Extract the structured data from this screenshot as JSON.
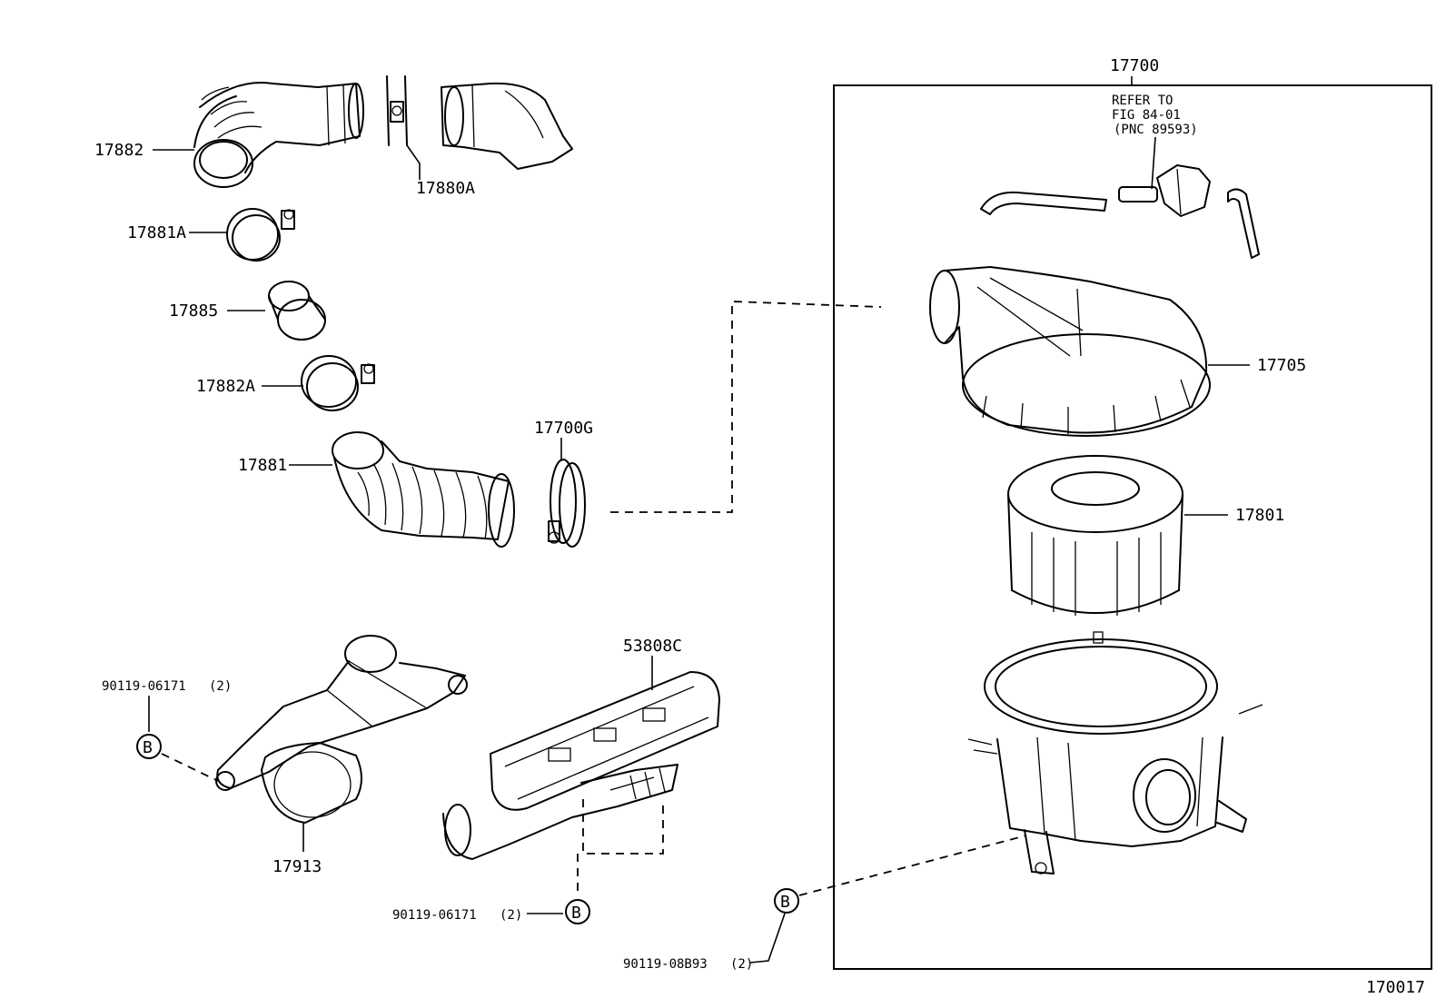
{
  "diagram_id": "170017",
  "assembly": {
    "number": "17700",
    "refer_line1": "REFER TO",
    "refer_line2": "FIG 84-01",
    "refer_line3": "(PNC 89593)"
  },
  "parts": {
    "p17882": "17882",
    "p17880A": "17880A",
    "p17881A": "17881A",
    "p17885": "17885",
    "p17882A": "17882A",
    "p17881": "17881",
    "p17700G": "17700G",
    "p17705": "17705",
    "p17801": "17801",
    "p53808C": "53808C",
    "p17913": "17913"
  },
  "bolts": {
    "b1": "90119-06171",
    "b1_qty": "(2)",
    "b2": "90119-06171",
    "b2_qty": "(2)",
    "b3": "90119-08B93",
    "b3_qty": "(2)"
  },
  "callout_letter": "B"
}
